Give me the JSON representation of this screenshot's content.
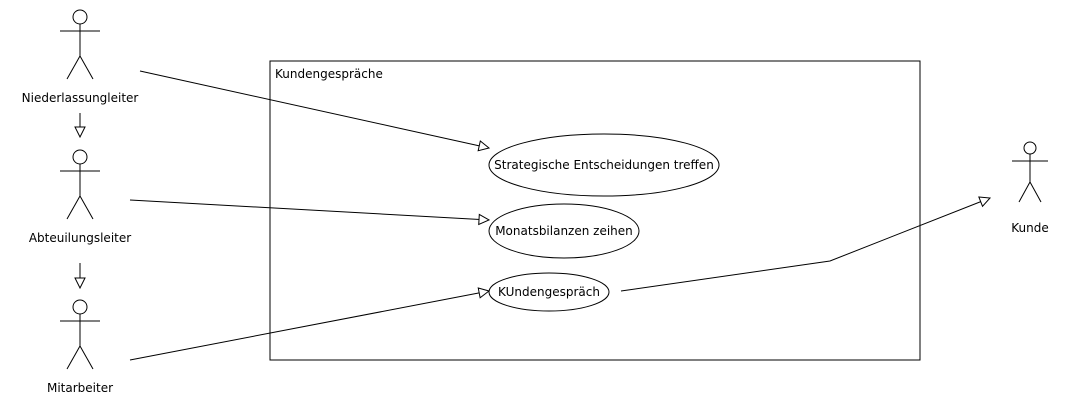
{
  "system": {
    "title": "Kundengespräche"
  },
  "actors": {
    "niederlassungsleiter": "Niederlassungleiter",
    "abteilungsleiter": "Abteuilungsleiter",
    "mitarbeiter": "Mitarbeiter",
    "kunde": "Kunde"
  },
  "use_cases": {
    "strategische": "Strategische Entscheidungen treffen",
    "monatsbilanzen": "Monatsbilanzen zeihen",
    "kundengespraech": "KUndengespräch"
  }
}
